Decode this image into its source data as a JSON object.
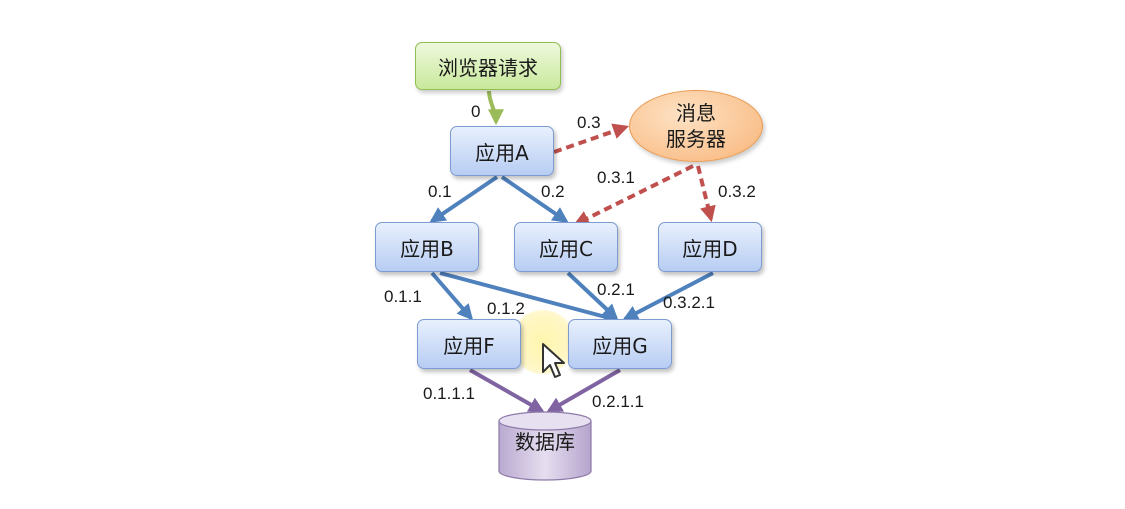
{
  "nodes": {
    "browser": "浏览器请求",
    "app_a": "应用A",
    "app_b": "应用B",
    "app_c": "应用C",
    "app_d": "应用D",
    "app_f": "应用F",
    "app_g": "应用G",
    "message_server": [
      "消息",
      "服务器"
    ],
    "database": "数据库"
  },
  "edges": [
    {
      "from": "browser",
      "to": "app_a",
      "label": "0",
      "style": "solid",
      "color": "#9bbb59"
    },
    {
      "from": "app_a",
      "to": "message_server",
      "label": "0.3",
      "style": "dashed",
      "color": "#c0504d"
    },
    {
      "from": "app_a",
      "to": "app_b",
      "label": "0.1",
      "style": "solid",
      "color": "#4f81bd"
    },
    {
      "from": "app_a",
      "to": "app_c",
      "label": "0.2",
      "style": "solid",
      "color": "#4f81bd"
    },
    {
      "from": "message_server",
      "to": "app_c",
      "label": "0.3.1",
      "style": "dashed",
      "color": "#c0504d"
    },
    {
      "from": "message_server",
      "to": "app_d",
      "label": "0.3.2",
      "style": "dashed",
      "color": "#c0504d"
    },
    {
      "from": "app_b",
      "to": "app_f",
      "label": "0.1.1",
      "style": "solid",
      "color": "#4f81bd"
    },
    {
      "from": "app_b",
      "to": "app_g",
      "label": "0.1.2",
      "style": "solid",
      "color": "#4f81bd"
    },
    {
      "from": "app_c",
      "to": "app_g",
      "label": "0.2.1",
      "style": "solid",
      "color": "#4f81bd"
    },
    {
      "from": "app_d",
      "to": "app_g",
      "label": "0.3.2.1",
      "style": "solid",
      "color": "#4f81bd"
    },
    {
      "from": "app_f",
      "to": "database",
      "label": "0.1.1.1",
      "style": "solid",
      "color": "#8064a2"
    },
    {
      "from": "app_g",
      "to": "database",
      "label": "0.2.1.1",
      "style": "solid",
      "color": "#8064a2"
    }
  ],
  "colors": {
    "app_fill": "#c6d9f1",
    "browser_fill": "#d7e4bd",
    "message_fill": "#fac090",
    "database_fill": "#ccc1da",
    "call_arrow": "#4f81bd",
    "async_arrow": "#c0504d",
    "db_arrow": "#8064a2",
    "request_arrow": "#9bbb59"
  },
  "cursor": "mouse-pointer-icon"
}
